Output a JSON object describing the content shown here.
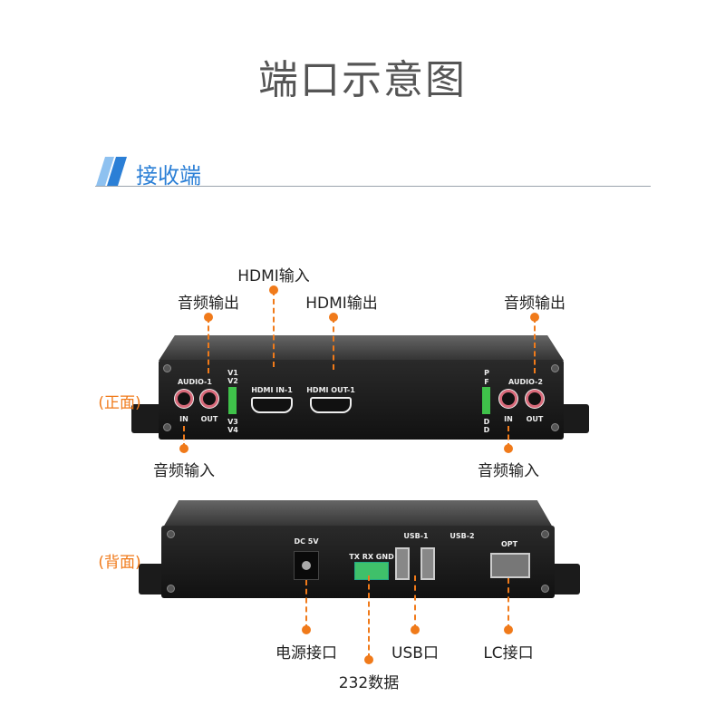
{
  "title": "端口示意图",
  "section": {
    "label": "接收端",
    "color": "#2b7fd6"
  },
  "front": {
    "side_label": "(正面)",
    "callouts": {
      "hdmi_in": "HDMI输入",
      "audio_out_1": "音频输出",
      "hdmi_out": "HDMI输出",
      "audio_out_2": "音频输出",
      "audio_in_1": "音频输入",
      "audio_in_2": "音频输入"
    },
    "panel": {
      "audio1": "AUDIO-1",
      "audio2": "AUDIO-2",
      "in1": "IN",
      "out1": "OUT",
      "in2": "IN",
      "out2": "OUT",
      "v1": "V1",
      "v2": "V2",
      "v3": "V3",
      "v4": "V4",
      "p": "P",
      "f": "F",
      "d1": "D",
      "d2": "D",
      "hdmi_in": "HDMI IN-1",
      "hdmi_out": "HDMI OUT-1"
    }
  },
  "back": {
    "side_label": "(背面)",
    "callouts": {
      "power": "电源接口",
      "rs232": "232数据",
      "usb": "USB口",
      "lc": "LC接口"
    },
    "panel": {
      "dc": "DC 5V",
      "serial": "TX RX GND",
      "usb1": "USB-1",
      "usb2": "USB-2",
      "opt": "OPT"
    }
  },
  "accent": "#f07a1a"
}
